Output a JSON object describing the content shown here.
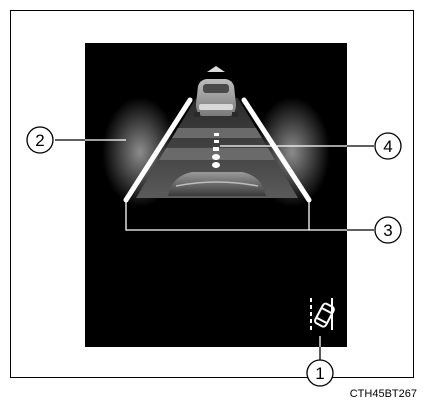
{
  "callouts": [
    {
      "id": "1",
      "label": "1"
    },
    {
      "id": "2",
      "label": "2"
    },
    {
      "id": "3",
      "label": "3"
    },
    {
      "id": "4",
      "label": "4"
    }
  ],
  "image_code": "CTH45BT267",
  "colors": {
    "screen": "#000000",
    "lane_line": "#ffffff",
    "road": "#4a4a4a",
    "callout_line": "#000000"
  },
  "icons": [
    "leading-vehicle-icon",
    "own-vehicle-hood-icon",
    "lane-departure-icon"
  ]
}
